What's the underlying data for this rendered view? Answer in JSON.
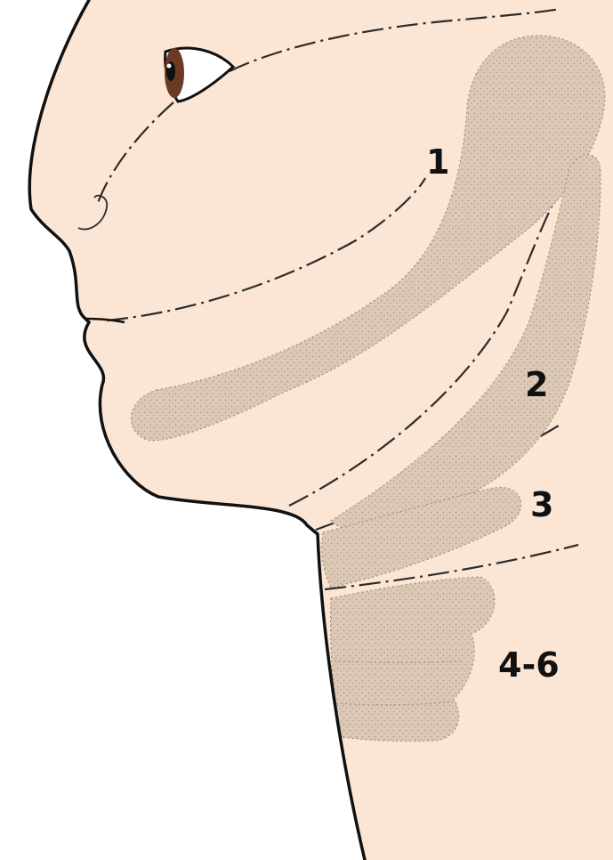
{
  "colors": {
    "skin": "#fbe6d6",
    "zone": "#dcc8b6",
    "outline": "#111111",
    "dashes": "#2b2b2b",
    "background": "#ffffff",
    "iris": "#6b3a22"
  },
  "zones": [
    {
      "id": "1",
      "label": "1"
    },
    {
      "id": "2",
      "label": "2"
    },
    {
      "id": "3",
      "label": "3"
    },
    {
      "id": "4-6",
      "label": "4-6"
    }
  ]
}
